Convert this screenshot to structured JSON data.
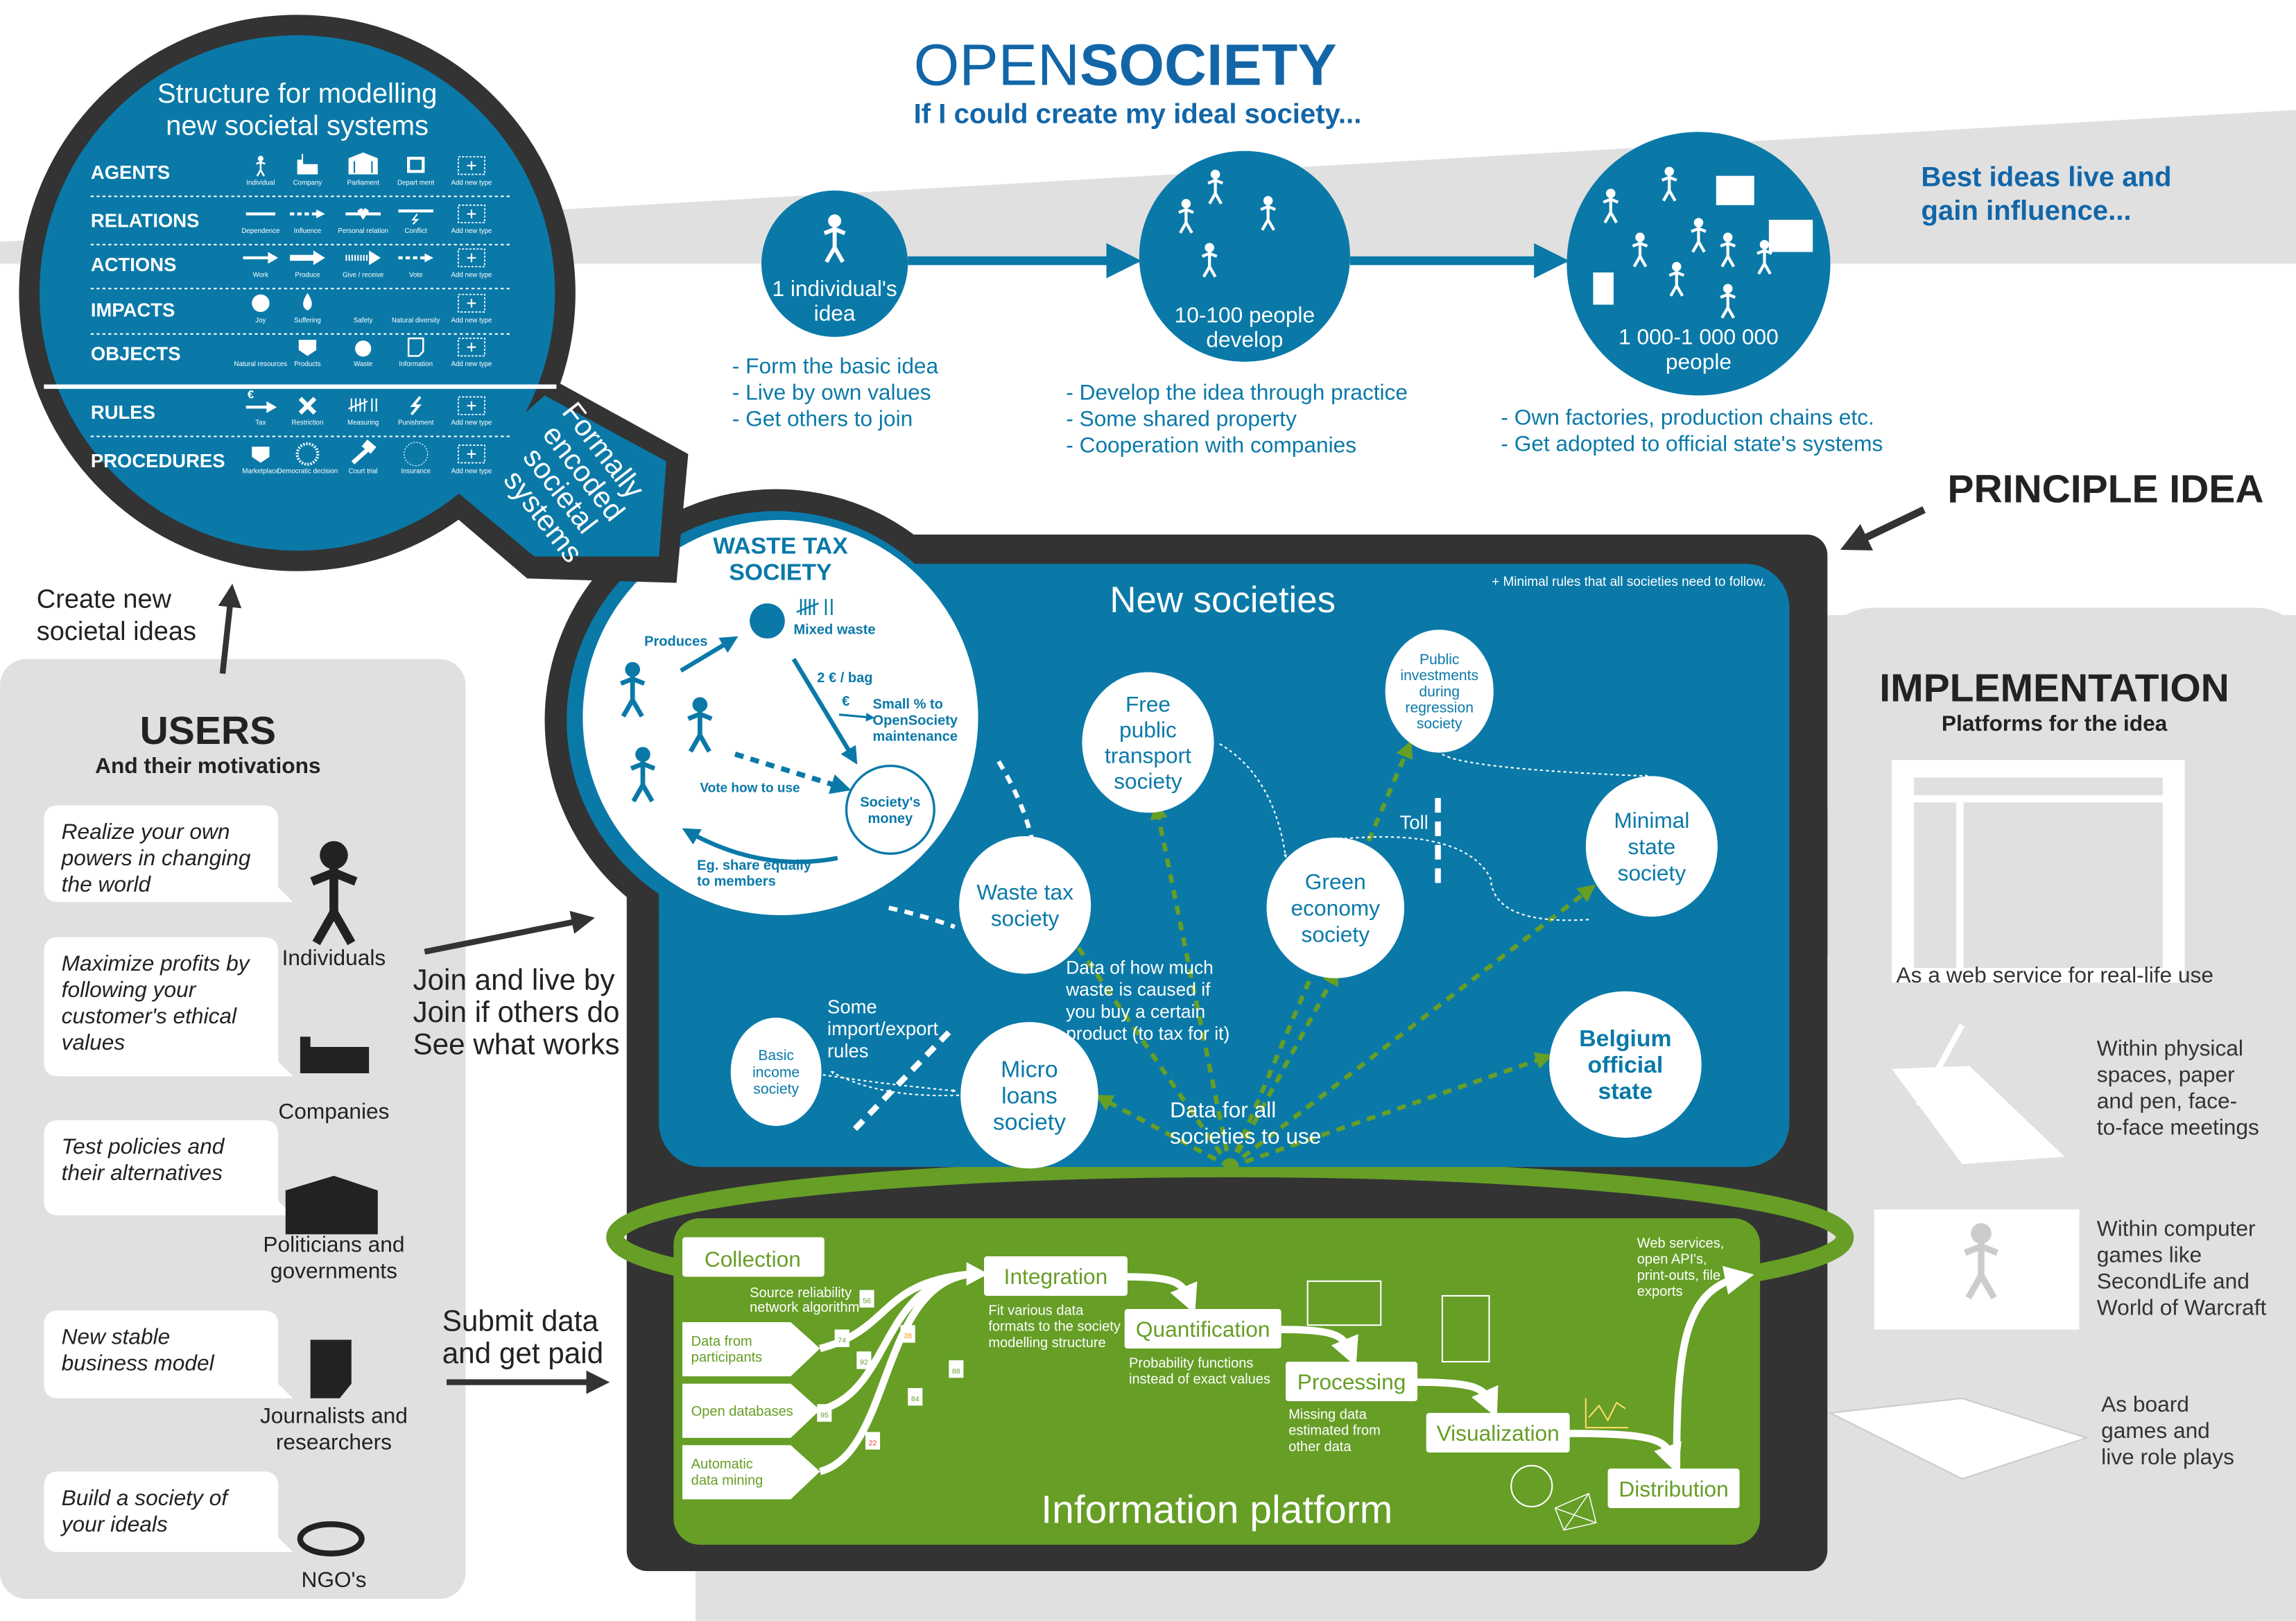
{
  "colors": {
    "blue": "#0a79a8",
    "title_blue": "#1266a8",
    "dark": "#333333",
    "green": "#669e26",
    "light_gray": "#e0e0e0"
  },
  "header": {
    "title_open": "OPEN",
    "title_society": "SOCIETY",
    "subtitle": "If I could create my ideal society..."
  },
  "structure": {
    "title_lines": [
      "Structure for modelling",
      "new societal systems"
    ],
    "rows": [
      {
        "label": "AGENTS",
        "items": [
          {
            "icon": "person",
            "label": "Individual"
          },
          {
            "icon": "factory",
            "label": "Company"
          },
          {
            "icon": "building",
            "label": "Parliament"
          },
          {
            "icon": "square",
            "label": "Depart ment"
          },
          {
            "icon": "plus",
            "label": "Add new type"
          }
        ]
      },
      {
        "label": "RELATIONS",
        "items": [
          {
            "icon": "line",
            "label": "Dependence"
          },
          {
            "icon": "dash-arrow",
            "label": "Influence"
          },
          {
            "icon": "heart-line",
            "label": "Personal relation"
          },
          {
            "icon": "bolt-line",
            "label": "Conflict"
          },
          {
            "icon": "plus",
            "label": "Add new type"
          }
        ]
      },
      {
        "label": "ACTIONS",
        "items": [
          {
            "icon": "arrow",
            "label": "Work"
          },
          {
            "icon": "fat-arrow",
            "label": "Produce"
          },
          {
            "icon": "hatch-arrow",
            "label": "Give / receive"
          },
          {
            "icon": "dash-arrow",
            "label": "Vote"
          },
          {
            "icon": "plus",
            "label": "Add new type"
          }
        ]
      },
      {
        "label": "IMPACTS",
        "items": [
          {
            "icon": "smile",
            "label": "Joy"
          },
          {
            "icon": "drop",
            "label": "Suffering"
          },
          {
            "icon": "none",
            "label": "Safety"
          },
          {
            "icon": "none",
            "label": "Natural diversity"
          },
          {
            "icon": "plus",
            "label": "Add new type"
          }
        ]
      },
      {
        "label": "OBJECTS",
        "items": [
          {
            "icon": "none",
            "label": "Natural resources"
          },
          {
            "icon": "box",
            "label": "Products"
          },
          {
            "icon": "bag",
            "label": "Waste"
          },
          {
            "icon": "doc",
            "label": "Information"
          },
          {
            "icon": "plus",
            "label": "Add new type"
          }
        ]
      },
      {
        "label": "RULES",
        "items": [
          {
            "icon": "euro-arrow",
            "label": "Tax"
          },
          {
            "icon": "cross",
            "label": "Restriction"
          },
          {
            "icon": "tally",
            "label": "Measuring"
          },
          {
            "icon": "bolt",
            "label": "Punishment"
          },
          {
            "icon": "plus",
            "label": "Add new type"
          }
        ]
      },
      {
        "label": "PROCEDURES",
        "items": [
          {
            "icon": "box",
            "label": "Marketplace"
          },
          {
            "icon": "ring",
            "label": "Democratic decision"
          },
          {
            "icon": "hammer",
            "label": "Court trial"
          },
          {
            "icon": "dotted-ring",
            "label": "Insurance"
          },
          {
            "icon": "plus",
            "label": "Add new type"
          }
        ]
      }
    ],
    "encoded_lines": [
      "Formally",
      "encoded",
      "societal",
      "systems"
    ]
  },
  "stages": [
    {
      "label_lines": [
        "1 individual's",
        "idea"
      ],
      "bullets": [
        "- Form the basic idea",
        "- Live by own values",
        "- Get others to join"
      ]
    },
    {
      "label_lines": [
        "10-100 people",
        "develop"
      ],
      "bullets": [
        "- Develop the idea through practice",
        "- Some shared property",
        "- Cooperation with companies"
      ]
    },
    {
      "label_lines": [
        "1 000-1 000 000",
        "people"
      ],
      "bullets": [
        "- Own factories, production chains etc.",
        "- Get adopted to official state's systems"
      ]
    }
  ],
  "best_ideas_lines": [
    "Best ideas live and",
    "gain influence..."
  ],
  "principle_idea": "PRINCIPLE IDEA",
  "waste_tax": {
    "title_lines": [
      "WASTE TAX",
      "SOCIETY"
    ],
    "produces": "Produces",
    "mixed_waste": "Mixed waste",
    "price": "2 € / bag",
    "euro": "€",
    "small_pct_lines": [
      "Small % to",
      "OpenSociety",
      "maintenance"
    ],
    "vote": "Vote how to use",
    "money_lines": [
      "Society's",
      "money"
    ],
    "share_lines": [
      "Eg. share equally",
      "to members"
    ]
  },
  "new_societies": {
    "title": "New societies",
    "note": "+ Minimal rules that all societies need to follow.",
    "societies": [
      {
        "lines": [
          "Waste tax",
          "society"
        ]
      },
      {
        "lines": [
          "Free",
          "public",
          "transport",
          "society"
        ]
      },
      {
        "lines": [
          "Public",
          "investments",
          "during",
          "regression",
          "society"
        ]
      },
      {
        "lines": [
          "Green",
          "economy",
          "society"
        ]
      },
      {
        "lines": [
          "Minimal",
          "state",
          "society"
        ]
      },
      {
        "lines": [
          "Basic",
          "income",
          "society"
        ]
      },
      {
        "lines": [
          "Micro",
          "loans",
          "society"
        ]
      },
      {
        "lines": [
          "Belgium",
          "official",
          "state"
        ]
      }
    ],
    "toll": "Toll",
    "import_export_lines": [
      "Some",
      "import/export",
      "rules"
    ],
    "waste_data_lines": [
      "Data of how much",
      "waste is caused if",
      "you buy a certain",
      "product (to tax for it)"
    ],
    "data_all_lines": [
      "Data for all",
      "societies to use"
    ]
  },
  "info_platform": {
    "title": "Information platform",
    "collection": "Collection",
    "reliability_lines": [
      "Source reliability",
      "network algorithm"
    ],
    "sources": [
      [
        "Data from",
        "participants"
      ],
      [
        "Open databases"
      ],
      [
        "Automatic",
        "data mining"
      ]
    ],
    "reliability_scores": [
      "74",
      "56",
      "38",
      "92",
      "88",
      "95",
      "84",
      "22"
    ],
    "steps": [
      {
        "label": "Integration",
        "note_lines": [
          "Fit various data",
          "formats to the society",
          "modelling structure"
        ]
      },
      {
        "label": "Quantification",
        "note_lines": [
          "Probability functions",
          "instead of exact values"
        ]
      },
      {
        "label": "Processing",
        "note_lines": [
          "Missing data",
          "estimated from",
          "other data"
        ]
      },
      {
        "label": "Visualization",
        "note_lines": []
      },
      {
        "label": "Distribution",
        "note_lines": []
      }
    ],
    "distribution_note_lines": [
      "Web services,",
      "open API's,",
      "print-outs, file",
      "exports"
    ]
  },
  "users": {
    "title": "USERS",
    "subtitle": "And their motivations",
    "motivations": [
      [
        "Realize your own",
        "powers in changing",
        "the world"
      ],
      [
        "Maximize profits by",
        "following your",
        "customer's ethical",
        "values"
      ],
      [
        "Test policies and",
        "their alternatives"
      ],
      [
        "New stable",
        "business model"
      ],
      [
        "Build a society of",
        "your ideals"
      ]
    ],
    "types": [
      [
        "Individuals"
      ],
      [
        "Companies"
      ],
      [
        "Politicians and",
        "governments"
      ],
      [
        "Journalists and",
        "researchers"
      ],
      [
        "NGO's"
      ]
    ],
    "create_lines": [
      "Create new",
      "societal ideas"
    ],
    "join_lines": [
      "Join and live by",
      "Join if others do",
      "See what works"
    ],
    "submit_lines": [
      "Submit data",
      "and get paid"
    ]
  },
  "implementation": {
    "title": "IMPLEMENTATION",
    "subtitle": "Platforms for the idea",
    "web": "As a web service for real-life use",
    "physical_lines": [
      "Within physical",
      "spaces, paper",
      "and pen, face-",
      "to-face meetings"
    ],
    "games_lines": [
      "Within computer",
      "games like",
      "SecondLife and",
      "World of Warcraft"
    ],
    "board_lines": [
      "As board",
      "games and",
      "live role plays"
    ]
  }
}
